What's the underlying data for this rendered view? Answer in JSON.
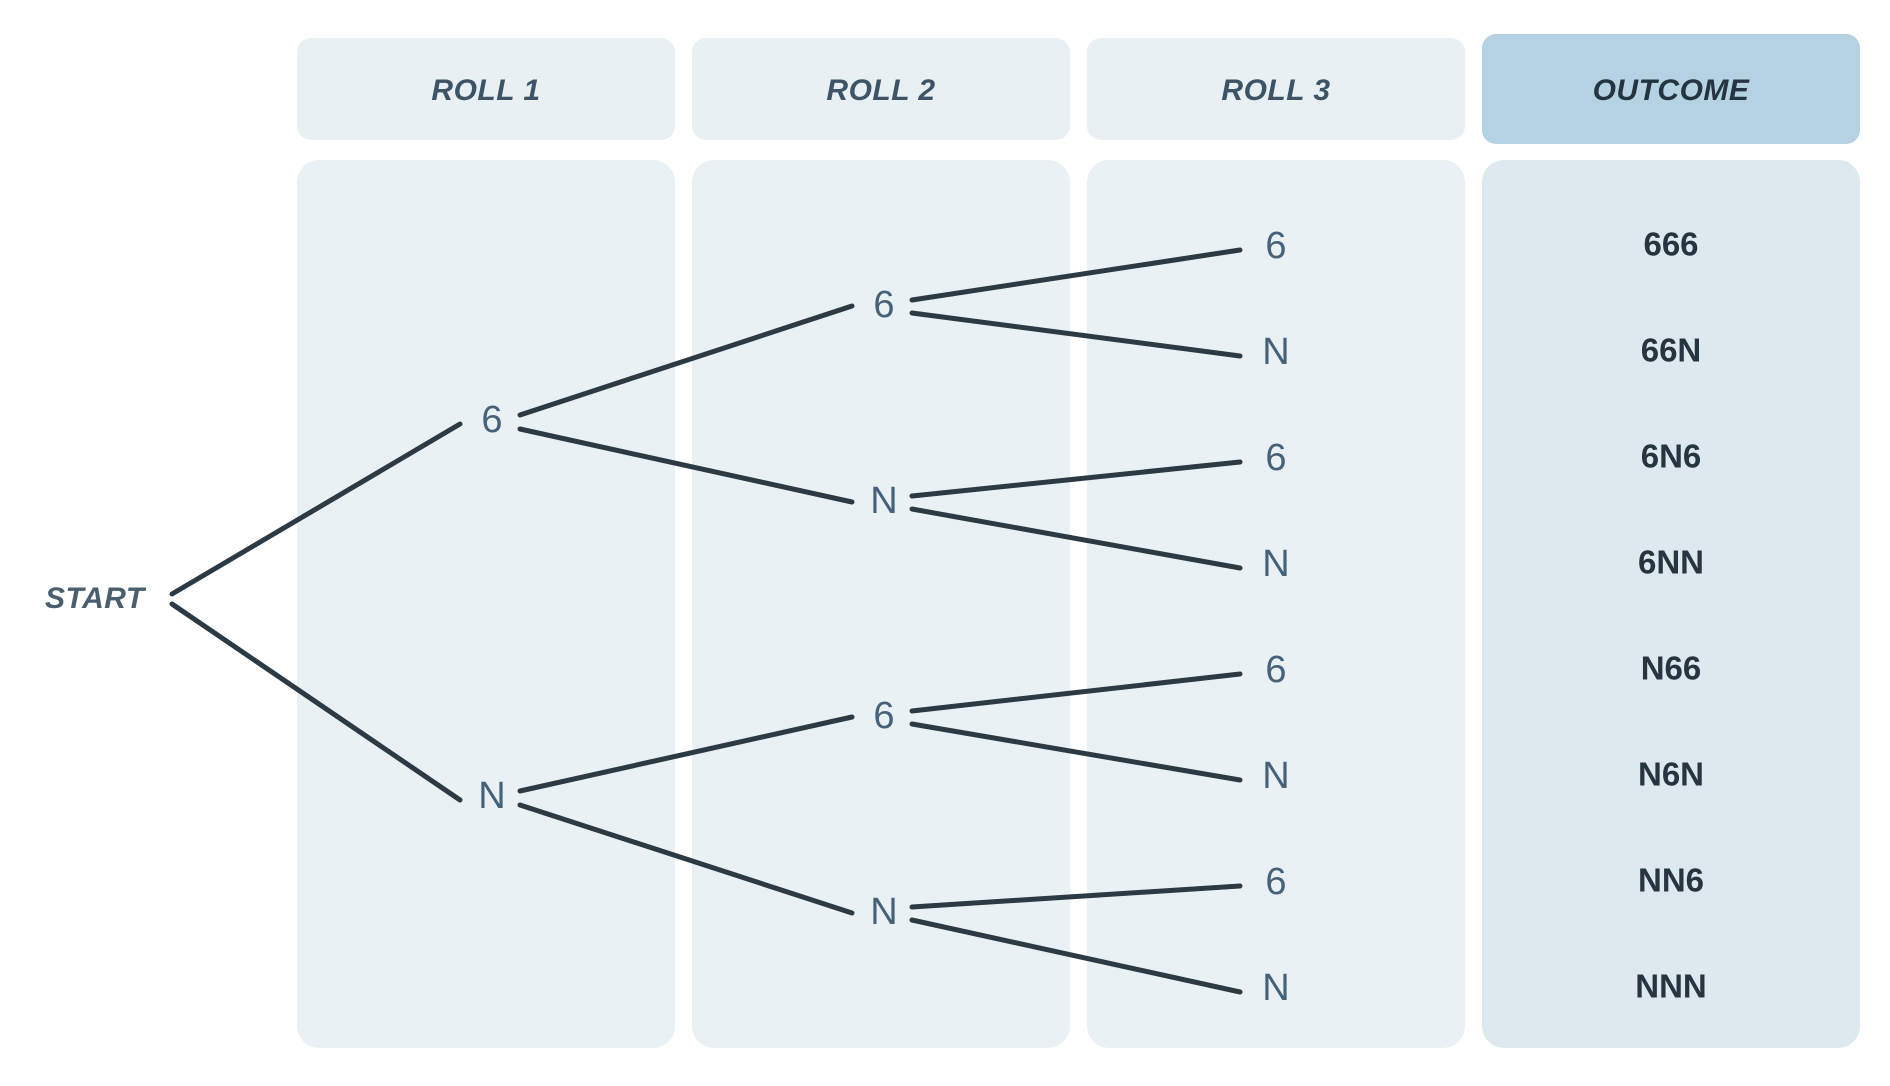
{
  "diagram": {
    "title": "probability-tree-three-dice-rolls",
    "start_label": "START",
    "columns": [
      {
        "id": "roll1",
        "label": "ROLL 1",
        "highlight": false
      },
      {
        "id": "roll2",
        "label": "ROLL 2",
        "highlight": false
      },
      {
        "id": "roll3",
        "label": "ROLL 3",
        "highlight": false
      },
      {
        "id": "outcome",
        "label": "OUTCOME",
        "highlight": true
      }
    ],
    "roll1_nodes": [
      {
        "label": "6"
      },
      {
        "label": "N"
      }
    ],
    "roll2_nodes": [
      {
        "label": "6"
      },
      {
        "label": "N"
      },
      {
        "label": "6"
      },
      {
        "label": "N"
      }
    ],
    "roll3_nodes": [
      {
        "label": "6"
      },
      {
        "label": "N"
      },
      {
        "label": "6"
      },
      {
        "label": "N"
      },
      {
        "label": "6"
      },
      {
        "label": "N"
      },
      {
        "label": "6"
      },
      {
        "label": "N"
      }
    ],
    "outcomes": [
      {
        "label": "666"
      },
      {
        "label": "66N"
      },
      {
        "label": "6N6"
      },
      {
        "label": "6NN"
      },
      {
        "label": "N66"
      },
      {
        "label": "N6N"
      },
      {
        "label": "NN6"
      },
      {
        "label": "NNN"
      }
    ]
  },
  "colors": {
    "page_background": "#ffffff",
    "panel_fill": "#eaf1f4",
    "header_fill": "#e8f0f3",
    "outcome_panel_fill": "#dde9ef",
    "outcome_header_fill": "#b4d2e1",
    "branch_line": "#2b3a45",
    "node_text": "#46627a",
    "header_text": "#3c5465",
    "outcome_header_text": "#243440",
    "outcome_text": "#26353f",
    "start_text": "#4a5f6e"
  },
  "chart_data": {
    "type": "tree",
    "title": "Probability tree diagram for three dice rolls",
    "root": "START",
    "depth": 3,
    "branch_labels": [
      "6",
      "N"
    ],
    "levels": [
      "ROLL 1",
      "ROLL 2",
      "ROLL 3"
    ],
    "leaf_column": "OUTCOME",
    "leaf_count": 8,
    "paths": [
      {
        "sequence": [
          "6",
          "6",
          "6"
        ],
        "outcome": "666"
      },
      {
        "sequence": [
          "6",
          "6",
          "N"
        ],
        "outcome": "66N"
      },
      {
        "sequence": [
          "6",
          "N",
          "6"
        ],
        "outcome": "6N6"
      },
      {
        "sequence": [
          "6",
          "N",
          "N"
        ],
        "outcome": "6NN"
      },
      {
        "sequence": [
          "N",
          "6",
          "6"
        ],
        "outcome": "N66"
      },
      {
        "sequence": [
          "N",
          "6",
          "N"
        ],
        "outcome": "N6N"
      },
      {
        "sequence": [
          "N",
          "N",
          "6"
        ],
        "outcome": "NN6"
      },
      {
        "sequence": [
          "N",
          "N",
          "N"
        ],
        "outcome": "NNN"
      }
    ]
  }
}
